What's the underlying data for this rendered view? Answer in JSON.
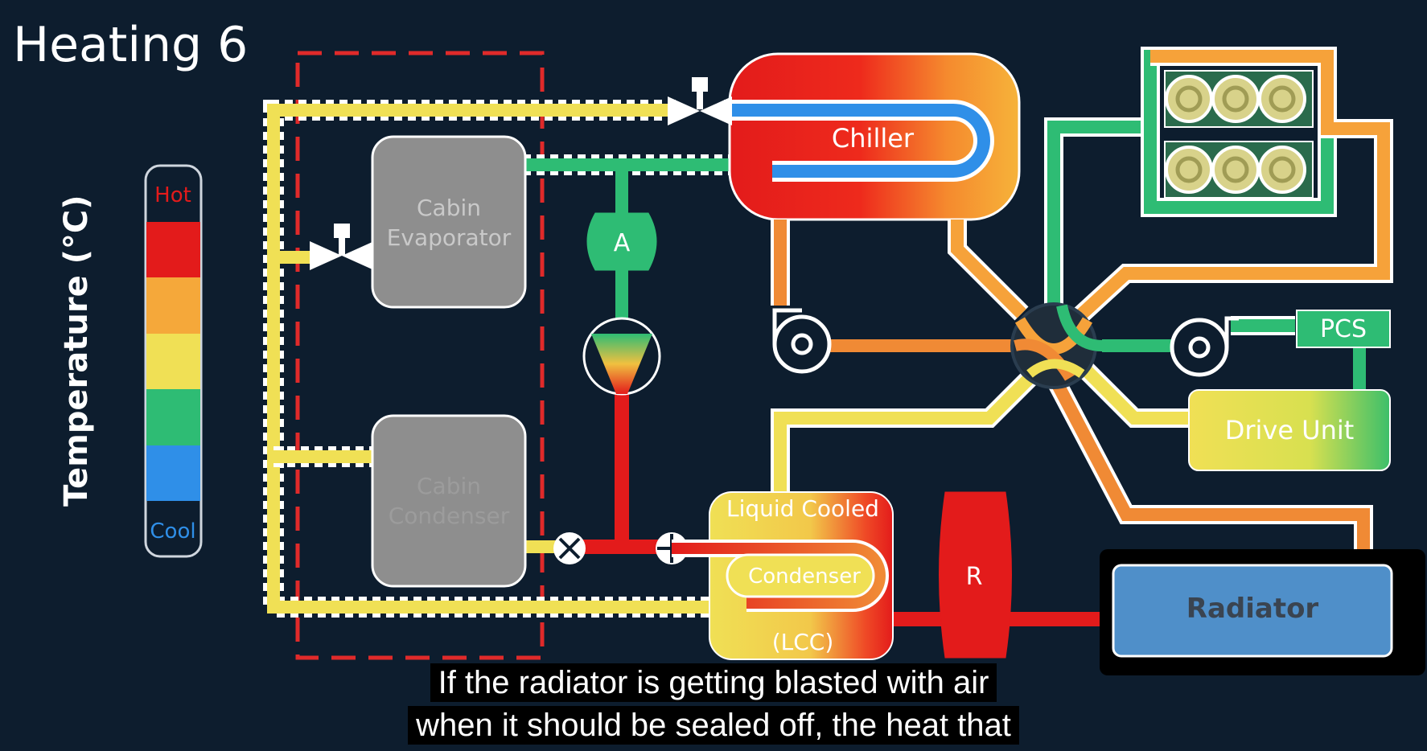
{
  "title": "Heating 6",
  "legend": {
    "axis_label": "Temperature (°C)",
    "hot_label": "Hot",
    "cool_label": "Cool",
    "colors": [
      "#e31b1b",
      "#f5a83a",
      "#f0e055",
      "#2ebc74",
      "#2f8fe8"
    ]
  },
  "components": {
    "chiller": "Chiller",
    "cabin_evaporator": [
      "Cabin",
      "Evaporator"
    ],
    "cabin_condenser": [
      "Cabin",
      "Condenser"
    ],
    "accumulator": "A",
    "lcc_top": "Liquid Cooled",
    "lcc_mid": "Condenser",
    "lcc_bottom": "(LCC)",
    "reservoir": "R",
    "pcs": "PCS",
    "drive_unit": "Drive Unit",
    "radiator": "Radiator"
  },
  "subtitles": [
    "If the radiator is getting blasted with air",
    "when it should be sealed off, the heat that"
  ],
  "colors": {
    "background": "#0d1d2e",
    "hot": "#e31b1b",
    "warm": "#f08a35",
    "mild": "#f0e055",
    "cool": "#2ebc74",
    "blue": "#2f8fe8",
    "gray_unit": "#8e8e8e",
    "radiator": "#4f8fc9",
    "dashed_box": "#e02a2a"
  }
}
